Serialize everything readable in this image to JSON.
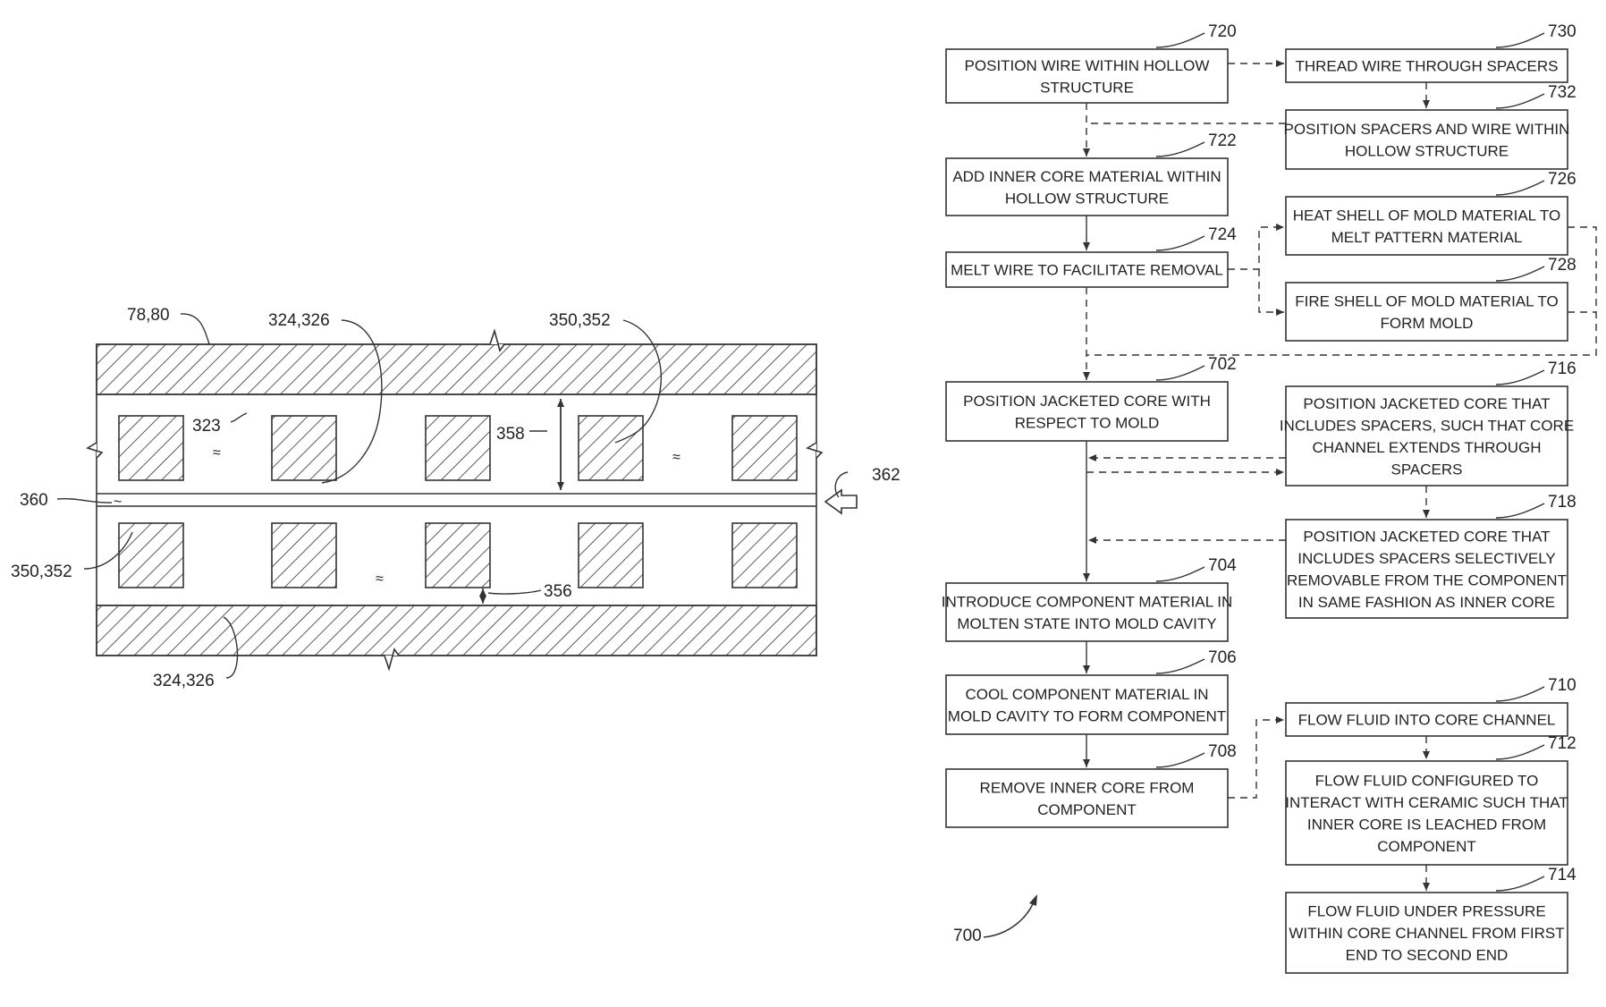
{
  "cross_section": {
    "labels": {
      "shell": "78,80",
      "upper_inner_core": "324,326",
      "upper_spacers": "350,352",
      "jacket": "323",
      "thickness": "358",
      "channel": "360",
      "arrow": "362",
      "lower_spacers": "350,352",
      "gap": "356",
      "lower_inner_core": "324,326"
    }
  },
  "flowchart": {
    "figure_ref": "700",
    "steps": {
      "s720": {
        "ref": "720",
        "lines": [
          "POSITION WIRE WITHIN HOLLOW",
          "STRUCTURE"
        ]
      },
      "s730": {
        "ref": "730",
        "lines": [
          "THREAD WIRE THROUGH SPACERS"
        ]
      },
      "s732": {
        "ref": "732",
        "lines": [
          "POSITION SPACERS AND WIRE WITHIN",
          "HOLLOW STRUCTURE"
        ]
      },
      "s722": {
        "ref": "722",
        "lines": [
          "ADD INNER CORE MATERIAL WITHIN",
          "HOLLOW STRUCTURE"
        ]
      },
      "s726": {
        "ref": "726",
        "lines": [
          "HEAT SHELL OF MOLD MATERIAL TO",
          "MELT PATTERN MATERIAL"
        ]
      },
      "s724": {
        "ref": "724",
        "lines": [
          "MELT WIRE TO FACILITATE REMOVAL"
        ]
      },
      "s728": {
        "ref": "728",
        "lines": [
          "FIRE SHELL OF MOLD MATERIAL TO",
          "FORM MOLD"
        ]
      },
      "s702": {
        "ref": "702",
        "lines": [
          "POSITION JACKETED CORE WITH",
          "RESPECT TO MOLD"
        ]
      },
      "s716": {
        "ref": "716",
        "lines": [
          "POSITION JACKETED CORE THAT",
          "INCLUDES SPACERS, SUCH THAT CORE",
          "CHANNEL EXTENDS THROUGH",
          "SPACERS"
        ]
      },
      "s718": {
        "ref": "718",
        "lines": [
          "POSITION JACKETED CORE THAT",
          "INCLUDES SPACERS SELECTIVELY",
          "REMOVABLE FROM THE COMPONENT",
          "IN SAME FASHION AS INNER CORE"
        ]
      },
      "s704": {
        "ref": "704",
        "lines": [
          "INTRODUCE COMPONENT MATERIAL IN",
          "MOLTEN STATE INTO MOLD CAVITY"
        ]
      },
      "s706": {
        "ref": "706",
        "lines": [
          "COOL COMPONENT MATERIAL IN",
          "MOLD CAVITY TO FORM COMPONENT"
        ]
      },
      "s710": {
        "ref": "710",
        "lines": [
          "FLOW FLUID INTO CORE CHANNEL"
        ]
      },
      "s708": {
        "ref": "708",
        "lines": [
          "REMOVE INNER CORE FROM",
          "COMPONENT"
        ]
      },
      "s712": {
        "ref": "712",
        "lines": [
          "FLOW FLUID CONFIGURED TO",
          "INTERACT WITH CERAMIC SUCH THAT",
          "INNER CORE IS LEACHED FROM",
          "COMPONENT"
        ]
      },
      "s714": {
        "ref": "714",
        "lines": [
          "FLOW FLUID UNDER PRESSURE",
          "WITHIN CORE CHANNEL FROM FIRST",
          "END TO SECOND END"
        ]
      }
    }
  }
}
